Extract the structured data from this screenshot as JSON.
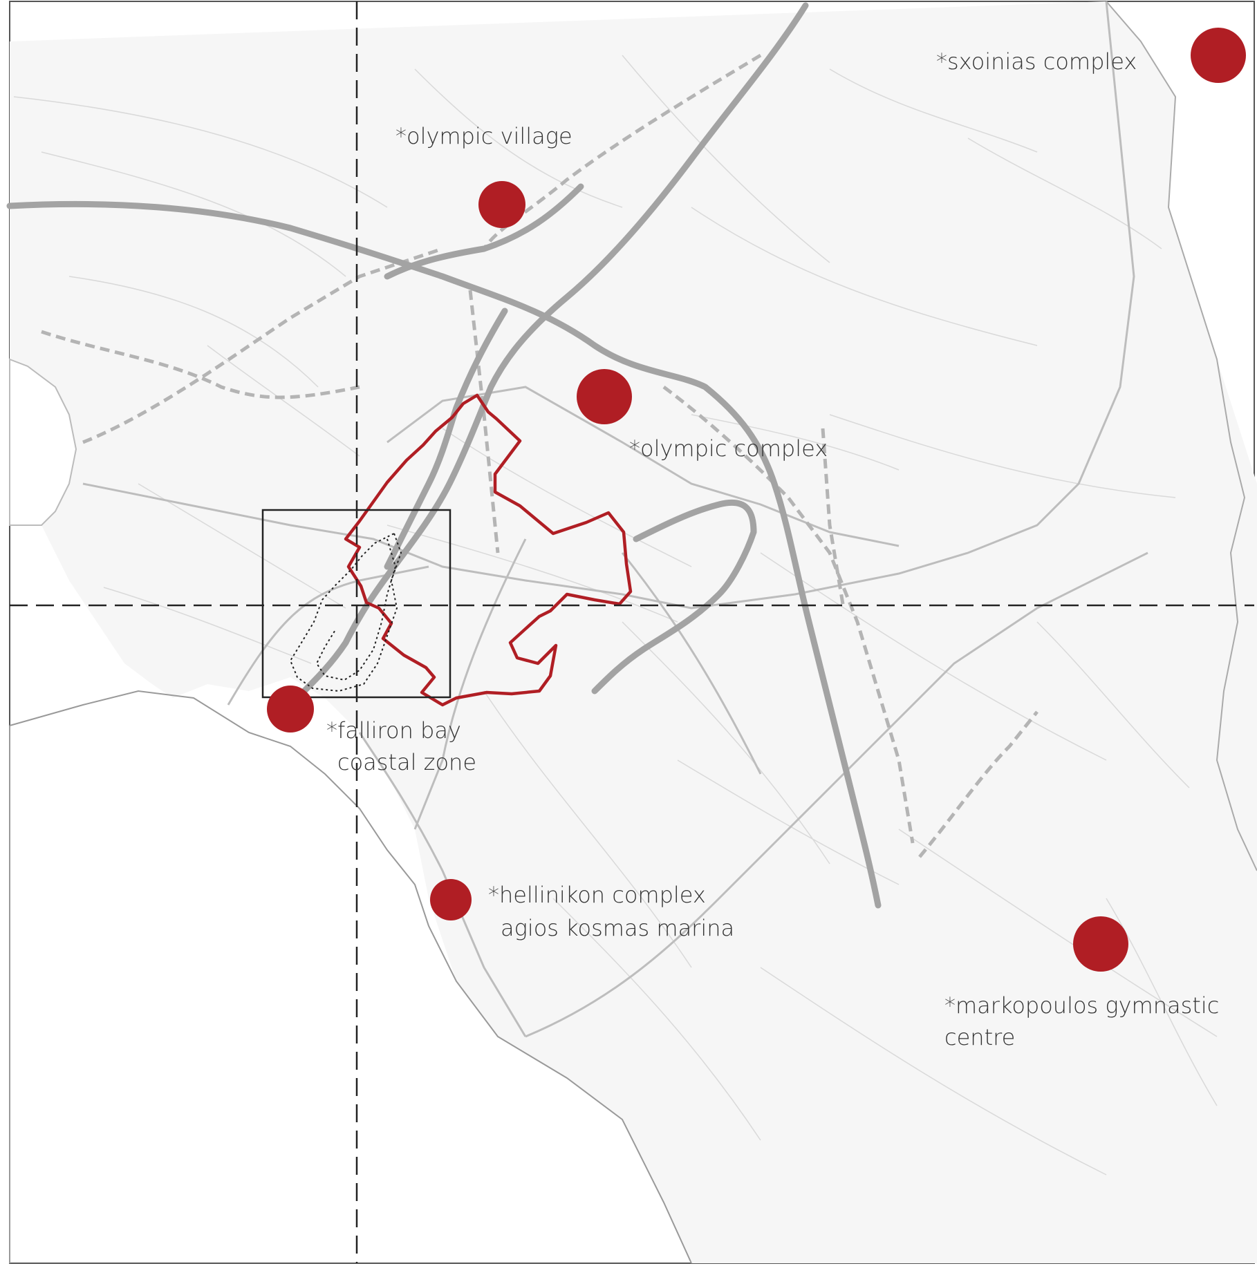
{
  "colors": {
    "background": "#ffffff",
    "sea": "#ffffff",
    "land": "#f4f4f4",
    "minor_road": "#d6d6d6",
    "highway": "#9e9e9e",
    "rail_dashed": "#b4b4b4",
    "site_marker": "#b01e24",
    "site_boundary": "#b01e24",
    "frame": "#222222",
    "axis_dashed": "#222222",
    "label_text": "#333333"
  },
  "labels": {
    "sxoinias": "*sxoinias complex",
    "olympic_village": "*olympic village",
    "olympic_complex": "*olympic complex",
    "falliron_line1": "*falliron bay",
    "falliron_line2": "coastal zone",
    "hellinikon_line1": "*hellinikon complex",
    "hellinikon_line2": "agios kosmas marina",
    "markopoulos_line1": "*markopoulos gymnastic",
    "markopoulos_line2": "centre"
  },
  "icons": {
    "venue_marker": "red-circle-marker",
    "study_area": "red-outline-boundary",
    "focus_frame": "black-rectangle-frame"
  }
}
